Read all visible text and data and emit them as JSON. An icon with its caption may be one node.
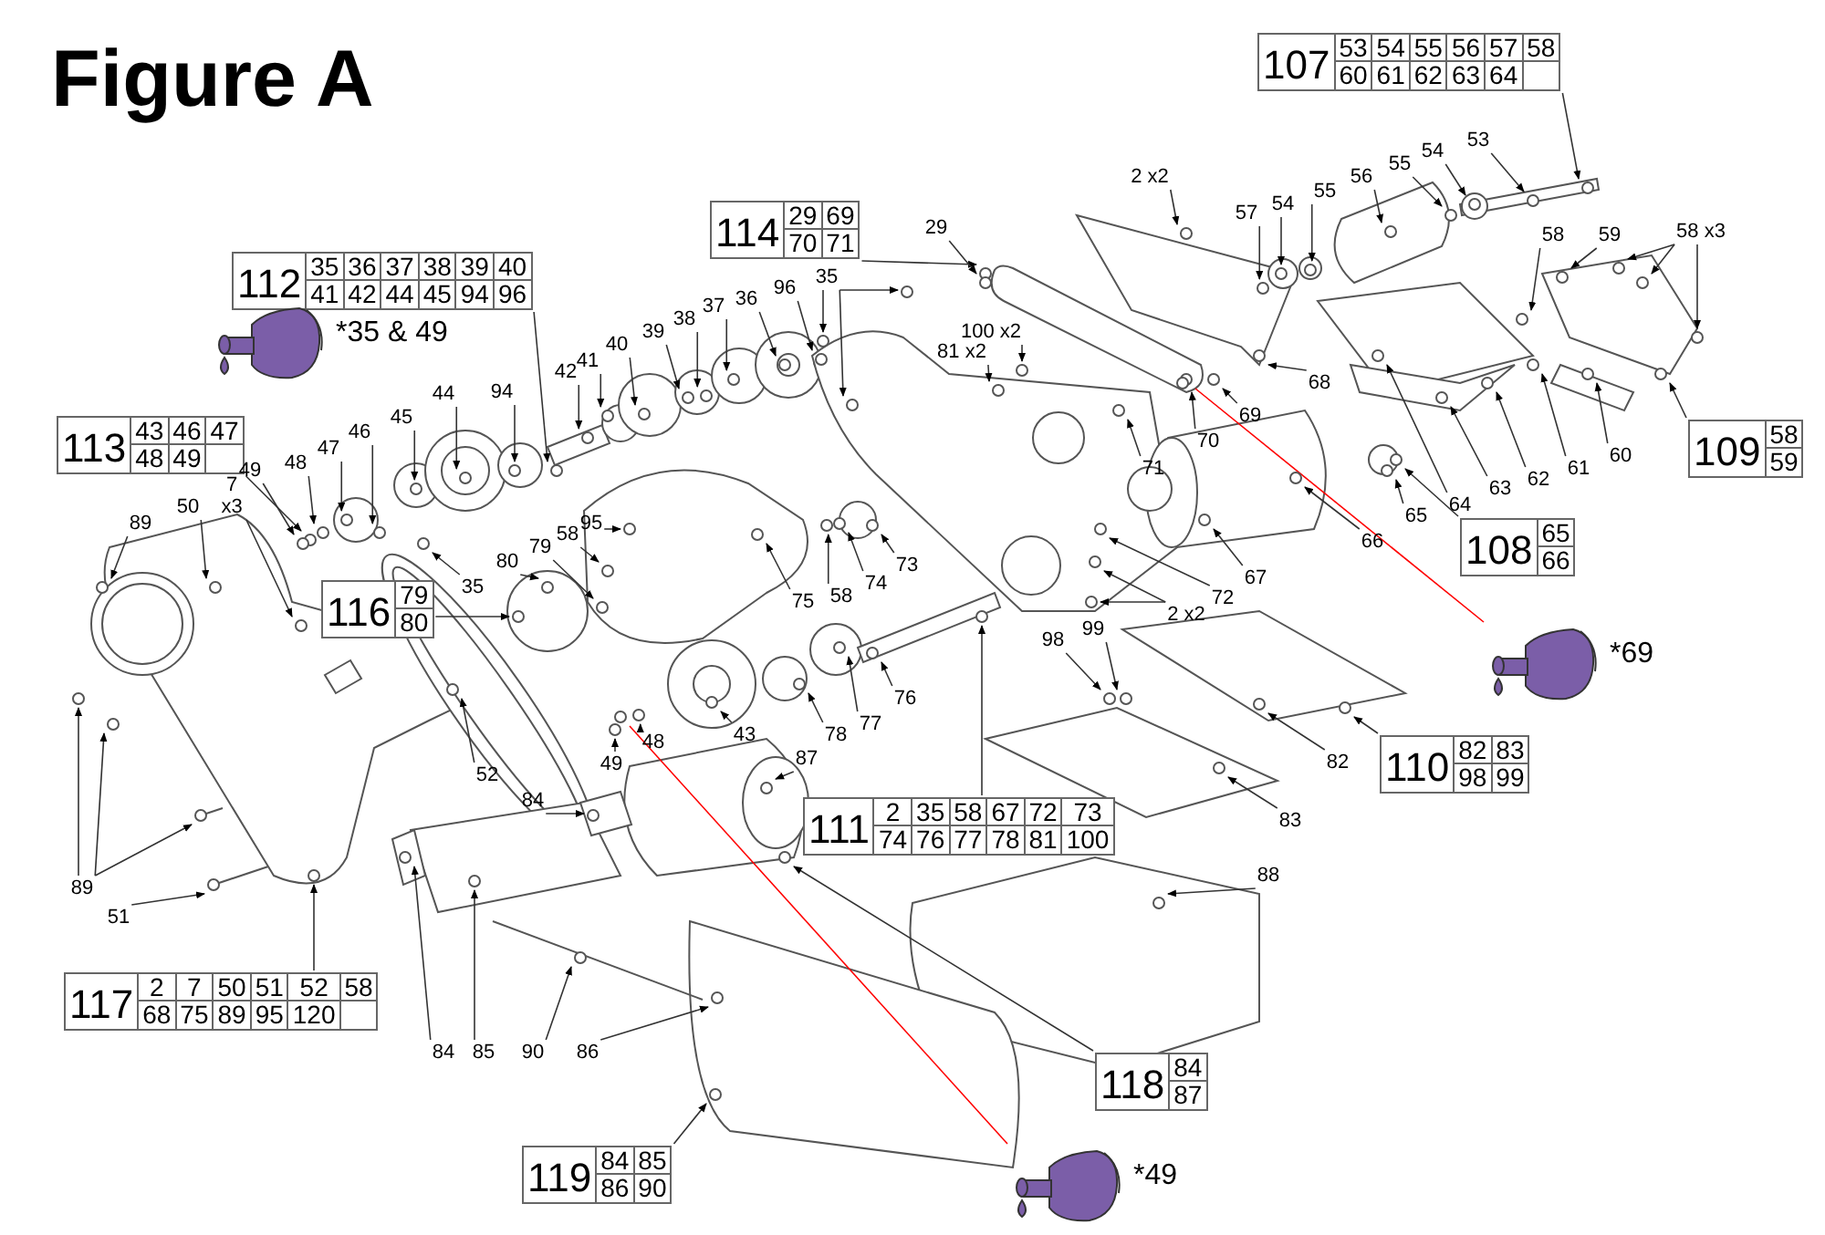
{
  "diagram": {
    "title": "Figure A",
    "nodes": [
      {
        "text": [
          "107",
          "53",
          "54",
          "55",
          "56",
          "57",
          "58",
          "60",
          "61",
          "62",
          "63",
          "64"
        ]
      },
      {
        "text": [
          "112",
          "35",
          "36",
          "37",
          "38",
          "39",
          "40",
          "41",
          "42",
          "44",
          "45",
          "94",
          "96"
        ]
      },
      {
        "text": [
          "114",
          "29",
          "69",
          "70",
          "71"
        ]
      },
      {
        "text": [
          "113",
          "43",
          "46",
          "47",
          "48",
          "49"
        ]
      },
      {
        "text": [
          "109",
          "58",
          "59"
        ]
      },
      {
        "text": [
          "108",
          "65",
          "66"
        ]
      },
      {
        "text": [
          "116",
          "79",
          "80"
        ]
      },
      {
        "text": [
          "110",
          "82",
          "83",
          "98",
          "99"
        ]
      },
      {
        "text": [
          "111",
          "2",
          "35",
          "58",
          "67",
          "72",
          "73",
          "74",
          "76",
          "77",
          "78",
          "81",
          "100"
        ]
      },
      {
        "text": [
          "117",
          "2",
          "7",
          "50",
          "51",
          "52",
          "58",
          "68",
          "75",
          "89",
          "95",
          "120"
        ]
      },
      {
        "text": [
          "118",
          "84",
          "87"
        ]
      },
      {
        "text": [
          "119",
          "84",
          "85",
          "86",
          "90"
        ]
      },
      {
        "text": [],
        "shape": "picture",
        "beside": [
          "*35 & 49"
        ]
      },
      {
        "text": [],
        "shape": "picture",
        "beside": [
          "*69"
        ]
      },
      {
        "text": [],
        "shape": "picture",
        "beside": [
          "*49"
        ]
      },
      {
        "text": [
          "2 x2"
        ]
      },
      {
        "text": [
          "53"
        ]
      },
      {
        "text": [
          "54"
        ]
      },
      {
        "text": [
          "55"
        ]
      },
      {
        "text": [
          "56"
        ]
      },
      {
        "text": [
          "55"
        ]
      },
      {
        "text": [
          "54"
        ]
      },
      {
        "text": [
          "57"
        ]
      },
      {
        "text": [
          "29"
        ]
      },
      {
        "text": [
          "58"
        ]
      },
      {
        "text": [
          "59"
        ]
      },
      {
        "text": [
          "58 x3"
        ]
      },
      {
        "text": [
          "35"
        ]
      },
      {
        "text": [
          "96"
        ]
      },
      {
        "text": [
          "36"
        ]
      },
      {
        "text": [
          "37"
        ]
      },
      {
        "text": [
          "38"
        ]
      },
      {
        "text": [
          "39"
        ]
      },
      {
        "text": [
          "40"
        ]
      },
      {
        "text": [
          "100 x2"
        ]
      },
      {
        "text": [
          "81 x2"
        ]
      },
      {
        "text": [
          "41"
        ]
      },
      {
        "text": [
          "42"
        ]
      },
      {
        "text": [
          "68"
        ]
      },
      {
        "text": [
          "94"
        ]
      },
      {
        "text": [
          "44"
        ]
      },
      {
        "text": [
          "69"
        ]
      },
      {
        "text": [
          "45"
        ]
      },
      {
        "text": [
          "46"
        ]
      },
      {
        "text": [
          "70"
        ]
      },
      {
        "text": [
          "47"
        ]
      },
      {
        "text": [
          "61"
        ]
      },
      {
        "text": [
          "60"
        ]
      },
      {
        "text": [
          "71"
        ]
      },
      {
        "text": [
          "48"
        ]
      },
      {
        "text": [
          "49"
        ]
      },
      {
        "text": [
          "62"
        ]
      },
      {
        "text": [
          "63"
        ]
      },
      {
        "text": [
          "7 x3"
        ]
      },
      {
        "text": [
          "64"
        ]
      },
      {
        "text": [
          "50"
        ]
      },
      {
        "text": [
          "65"
        ]
      },
      {
        "text": [
          "89"
        ]
      },
      {
        "text": [
          "95"
        ]
      },
      {
        "text": [
          "58"
        ]
      },
      {
        "text": [
          "66"
        ]
      },
      {
        "text": [
          "79"
        ]
      },
      {
        "text": [
          "80"
        ]
      },
      {
        "text": [
          "73"
        ]
      },
      {
        "text": [
          "67"
        ]
      },
      {
        "text": [
          "74"
        ]
      },
      {
        "text": [
          "35"
        ]
      },
      {
        "text": [
          "58"
        ]
      },
      {
        "text": [
          "72"
        ]
      },
      {
        "text": [
          "75"
        ]
      },
      {
        "text": [
          "2 x2"
        ]
      },
      {
        "text": [
          "99"
        ]
      },
      {
        "text": [
          "98"
        ]
      },
      {
        "text": [
          "76"
        ]
      },
      {
        "text": [
          "77"
        ]
      },
      {
        "text": [
          "43"
        ]
      },
      {
        "text": [
          "78"
        ]
      },
      {
        "text": [
          "48"
        ]
      },
      {
        "text": [
          "87"
        ]
      },
      {
        "text": [
          "82"
        ]
      },
      {
        "text": [
          "49"
        ]
      },
      {
        "text": [
          "52"
        ]
      },
      {
        "text": [
          "84"
        ]
      },
      {
        "text": [
          "83"
        ]
      },
      {
        "text": [
          "88"
        ]
      },
      {
        "text": [
          "89"
        ]
      },
      {
        "text": [
          "51"
        ]
      },
      {
        "text": [
          "84"
        ]
      },
      {
        "text": [
          "85"
        ]
      },
      {
        "text": [
          "90"
        ]
      },
      {
        "text": [
          "86"
        ]
      },
      {
        "text": [],
        "shape": "circle"
      },
      {
        "text": [],
        "shape": "circle"
      },
      {
        "text": [],
        "shape": "circle"
      },
      {
        "text": [],
        "shape": "circle"
      },
      {
        "text": [],
        "shape": "circle"
      },
      {
        "text": [],
        "shape": "circle"
      },
      {
        "text": [],
        "shape": "circle"
      },
      {
        "text": [],
        "shape": "circle"
      },
      {
        "text": [],
        "shape": "circle"
      },
      {
        "text": [],
        "shape": "circle"
      },
      {
        "text": [],
        "shape": "circle"
      },
      {
        "text": [],
        "shape": "circle"
      },
      {
        "text": [],
        "shape": "circle"
      },
      {
        "text": [],
        "shape": "circle"
      },
      {
        "text": [],
        "shape": "circle"
      },
      {
        "text": [],
        "shape": "circle"
      },
      {
        "text": [],
        "shape": "circle"
      },
      {
        "text": [],
        "shape": "circle"
      },
      {
        "text": [],
        "shape": "circle"
      },
      {
        "text": [],
        "shape": "circle"
      },
      {
        "text": [],
        "shape": "circle"
      },
      {
        "text": [],
        "shape": "circle"
      },
      {
        "text": [],
        "shape": "circle"
      },
      {
        "text": [],
        "shape": "circle"
      },
      {
        "text": [],
        "shape": "circle"
      },
      {
        "text": [],
        "shape": "circle"
      },
      {
        "text": [],
        "shape": "circle"
      },
      {
        "text": [],
        "shape": "circle"
      },
      {
        "text": [],
        "shape": "circle"
      },
      {
        "text": [],
        "shape": "circle"
      },
      {
        "text": [],
        "shape": "circle"
      },
      {
        "text": [],
        "shape": "circle"
      },
      {
        "text": [],
        "shape": "circle"
      },
      {
        "text": [],
        "shape": "circle"
      },
      {
        "text": [],
        "shape": "circle"
      },
      {
        "text": [],
        "shape": "circle"
      },
      {
        "text": [],
        "shape": "circle"
      },
      {
        "text": [],
        "shape": "circle"
      },
      {
        "text": [],
        "shape": "circle"
      },
      {
        "text": [],
        "shape": "circle"
      },
      {
        "text": [],
        "shape": "circle"
      },
      {
        "text": [],
        "shape": "circle"
      },
      {
        "text": [],
        "shape": "circle"
      },
      {
        "text": [],
        "shape": "circle"
      },
      {
        "text": [],
        "shape": "circle"
      },
      {
        "text": [],
        "shape": "circle"
      },
      {
        "text": [],
        "shape": "circle"
      },
      {
        "text": [],
        "shape": "circle"
      },
      {
        "text": [],
        "shape": "circle"
      },
      {
        "text": [],
        "shape": "circle"
      },
      {
        "text": [],
        "shape": "circle"
      },
      {
        "text": [],
        "shape": "circle"
      },
      {
        "text": [],
        "shape": "circle"
      },
      {
        "text": [],
        "shape": "circle"
      },
      {
        "text": [],
        "shape": "circle"
      },
      {
        "text": [],
        "shape": "circle"
      },
      {
        "text": [],
        "shape": "circle"
      },
      {
        "text": [],
        "shape": "circle"
      },
      {
        "text": [],
        "shape": "circle"
      },
      {
        "text": [],
        "shape": "circle"
      },
      {
        "text": [],
        "shape": "circle"
      },
      {
        "text": [],
        "shape": "circle"
      },
      {
        "text": [],
        "shape": "circle"
      },
      {
        "text": [],
        "shape": "circle"
      },
      {
        "text": [],
        "shape": "circle"
      },
      {
        "text": [],
        "shape": "circle"
      },
      {
        "text": [],
        "shape": "circle"
      },
      {
        "text": [],
        "shape": "circle"
      },
      {
        "text": [],
        "shape": "circle"
      },
      {
        "text": [],
        "shape": "circle"
      },
      {
        "text": [],
        "shape": "circle"
      },
      {
        "text": [],
        "shape": "circle"
      },
      {
        "text": [],
        "shape": "circle"
      },
      {
        "text": [],
        "shape": "circle"
      },
      {
        "text": [],
        "shape": "circle"
      },
      {
        "text": [],
        "shape": "circle"
      },
      {
        "text": [],
        "shape": "circle"
      },
      {
        "text": [],
        "shape": "circle"
      },
      {
        "text": [],
        "shape": "circle"
      },
      {
        "text": [],
        "shape": "circle"
      },
      {
        "text": [],
        "shape": "circle"
      },
      {
        "text": [],
        "shape": "circle"
      },
      {
        "text": [],
        "shape": "circle"
      },
      {
        "text": [],
        "shape": "circle"
      },
      {
        "text": [],
        "shape": "circle"
      },
      {
        "text": [],
        "shape": "circle"
      },
      {
        "text": [],
        "shape": "circle"
      },
      {
        "text": [],
        "shape": "circle"
      },
      {
        "text": [],
        "shape": "circle"
      },
      {
        "text": [],
        "shape": "circle"
      },
      {
        "text": [],
        "shape": "circle"
      },
      {
        "text": [],
        "shape": "circle"
      },
      {
        "text": [],
        "shape": "circle"
      },
      {
        "text": [],
        "shape": "circle"
      },
      {
        "text": [],
        "shape": "circle"
      },
      {
        "text": [],
        "shape": "circle"
      },
      {
        "text": [],
        "shape": "circle"
      }
    ],
    "edges": [
      {
        "from": 0,
        "to": 91,
        "arrow": "to"
      },
      {
        "from": 1,
        "to": 92,
        "arrow": "to"
      },
      {
        "from": 2,
        "to": 93,
        "arrow": "to"
      },
      {
        "from": 3,
        "to": 94,
        "arrow": "to"
      },
      {
        "from": 4,
        "to": 95,
        "arrow": "to"
      },
      {
        "from": 5,
        "to": 96,
        "arrow": "to"
      },
      {
        "from": 6,
        "to": 97,
        "arrow": "to"
      },
      {
        "from": 7,
        "to": 98,
        "arrow": "to"
      },
      {
        "from": 8,
        "to": 99,
        "arrow": "to"
      },
      {
        "from": 9,
        "to": 100,
        "arrow": "to"
      },
      {
        "from": 10,
        "to": 101,
        "arrow": "to"
      },
      {
        "from": 11,
        "to": 102,
        "arrow": "to"
      },
      {
        "from": 13,
        "to": 103,
        "arrow": "none",
        "color": "#ff0000"
      },
      {
        "from": 14,
        "to": 104,
        "arrow": "none",
        "color": "#ff0000"
      },
      {
        "from": 15,
        "to": 105,
        "arrow": "to"
      },
      {
        "from": 16,
        "to": 106,
        "arrow": "to"
      },
      {
        "from": 17,
        "to": 107,
        "arrow": "to"
      },
      {
        "from": 18,
        "to": 108,
        "arrow": "to"
      },
      {
        "from": 19,
        "to": 109,
        "arrow": "to"
      },
      {
        "from": 20,
        "to": 110,
        "arrow": "to"
      },
      {
        "from": 21,
        "to": 111,
        "arrow": "to"
      },
      {
        "from": 22,
        "to": 112,
        "arrow": "to"
      },
      {
        "from": 23,
        "to": 113,
        "arrow": "to"
      },
      {
        "from": 24,
        "to": 114,
        "arrow": "to"
      },
      {
        "from": 25,
        "to": 115,
        "arrow": "to"
      },
      {
        "from": 26,
        "to": 116,
        "arrow": "to"
      },
      {
        "from": 26,
        "to": 117,
        "arrow": "to"
      },
      {
        "from": 26,
        "to": 118,
        "arrow": "to"
      },
      {
        "from": 27,
        "to": 119,
        "arrow": "to"
      },
      {
        "from": 27,
        "to": 120,
        "arrow": "to"
      },
      {
        "from": 27,
        "to": 121,
        "arrow": "to"
      },
      {
        "from": 28,
        "to": 122,
        "arrow": "to"
      },
      {
        "from": 29,
        "to": 123,
        "arrow": "to"
      },
      {
        "from": 30,
        "to": 124,
        "arrow": "to"
      },
      {
        "from": 31,
        "to": 125,
        "arrow": "to"
      },
      {
        "from": 32,
        "to": 126,
        "arrow": "to"
      },
      {
        "from": 33,
        "to": 127,
        "arrow": "to"
      },
      {
        "from": 34,
        "to": 128,
        "arrow": "to"
      },
      {
        "from": 35,
        "to": 129,
        "arrow": "to"
      },
      {
        "from": 36,
        "to": 130,
        "arrow": "to"
      },
      {
        "from": 37,
        "to": 131,
        "arrow": "to"
      },
      {
        "from": 38,
        "to": 132,
        "arrow": "to"
      },
      {
        "from": 39,
        "to": 133,
        "arrow": "to"
      },
      {
        "from": 40,
        "to": 134,
        "arrow": "to"
      },
      {
        "from": 41,
        "to": 135,
        "arrow": "to"
      },
      {
        "from": 42,
        "to": 136,
        "arrow": "to"
      },
      {
        "from": 43,
        "to": 137,
        "arrow": "to"
      },
      {
        "from": 44,
        "to": 138,
        "arrow": "to"
      },
      {
        "from": 45,
        "to": 139,
        "arrow": "to"
      },
      {
        "from": 46,
        "to": 140,
        "arrow": "to"
      },
      {
        "from": 47,
        "to": 141,
        "arrow": "to"
      },
      {
        "from": 48,
        "to": 142,
        "arrow": "to"
      },
      {
        "from": 49,
        "to": 143,
        "arrow": "to"
      },
      {
        "from": 50,
        "to": 144,
        "arrow": "to"
      },
      {
        "from": 51,
        "to": 145,
        "arrow": "to"
      },
      {
        "from": 52,
        "to": 146,
        "arrow": "to"
      },
      {
        "from": 53,
        "to": 147,
        "arrow": "to"
      },
      {
        "from": 54,
        "to": 148,
        "arrow": "to"
      },
      {
        "from": 55,
        "to": 149,
        "arrow": "to"
      },
      {
        "from": 56,
        "to": 150,
        "arrow": "to"
      },
      {
        "from": 57,
        "to": 151,
        "arrow": "to"
      },
      {
        "from": 58,
        "to": 152,
        "arrow": "to"
      },
      {
        "from": 59,
        "to": 153,
        "arrow": "to"
      },
      {
        "from": 60,
        "to": 154,
        "arrow": "to"
      },
      {
        "from": 61,
        "to": 155,
        "arrow": "to"
      },
      {
        "from": 62,
        "to": 156,
        "arrow": "to"
      },
      {
        "from": 63,
        "to": 157,
        "arrow": "to"
      },
      {
        "from": 64,
        "to": 158,
        "arrow": "to"
      },
      {
        "from": 65,
        "to": 159,
        "arrow": "to"
      },
      {
        "from": 66,
        "to": 160,
        "arrow": "to"
      },
      {
        "from": 67,
        "to": 161,
        "arrow": "to"
      },
      {
        "from": 68,
        "to": 162,
        "arrow": "to"
      },
      {
        "from": 69,
        "to": 163,
        "arrow": "to"
      },
      {
        "from": 70,
        "to": 164,
        "arrow": "to"
      },
      {
        "from": 70,
        "to": 165,
        "arrow": "to"
      },
      {
        "from": 71,
        "to": 166,
        "arrow": "to"
      },
      {
        "from": 72,
        "to": 167,
        "arrow": "to"
      },
      {
        "from": 73,
        "to": 168,
        "arrow": "to"
      },
      {
        "from": 74,
        "to": 169,
        "arrow": "to"
      },
      {
        "from": 75,
        "to": 170,
        "arrow": "to"
      },
      {
        "from": 76,
        "to": 171,
        "arrow": "to"
      },
      {
        "from": 77,
        "to": 172,
        "arrow": "to"
      },
      {
        "from": 78,
        "to": 173,
        "arrow": "to"
      },
      {
        "from": 79,
        "to": 174,
        "arrow": "to"
      },
      {
        "from": 80,
        "to": 175,
        "arrow": "to"
      },
      {
        "from": 81,
        "to": 176,
        "arrow": "to"
      },
      {
        "from": 82,
        "to": 177,
        "arrow": "to"
      },
      {
        "from": 83,
        "to": 178,
        "arrow": "to"
      },
      {
        "from": 84,
        "to": 179,
        "arrow": "to"
      },
      {
        "from": 85,
        "to": 180,
        "arrow": "to"
      },
      {
        "from": 85,
        "to": 181,
        "arrow": "to"
      },
      {
        "from": 85,
        "to": 182,
        "arrow": "to"
      },
      {
        "from": 86,
        "to": 183,
        "arrow": "to"
      },
      {
        "from": 87,
        "to": 184,
        "arrow": "to"
      },
      {
        "from": 88,
        "to": 185,
        "arrow": "to"
      },
      {
        "from": 89,
        "to": 186,
        "arrow": "to"
      },
      {
        "from": 90,
        "to": 187,
        "arrow": "to"
      }
    ]
  }
}
